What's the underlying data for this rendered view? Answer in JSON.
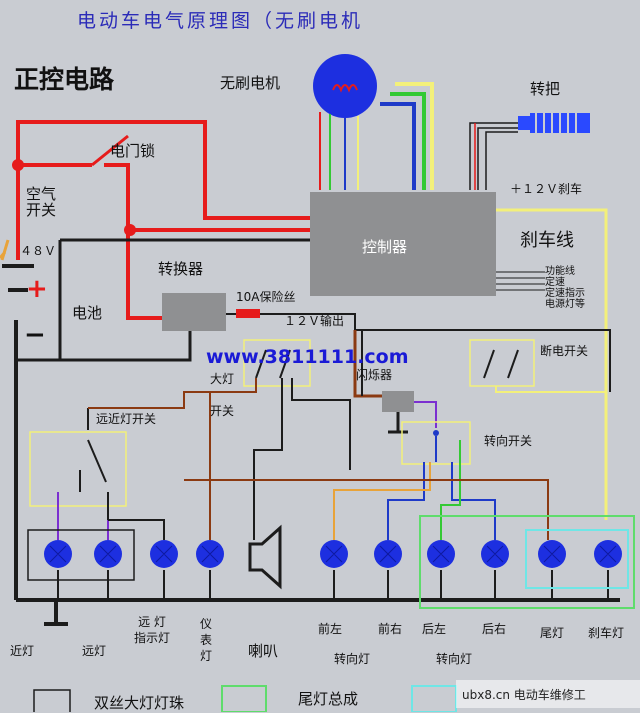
{
  "title": "电动车电气原理图（无刷电机",
  "section_title": "正控电路",
  "labels": {
    "motor": "无刷电机",
    "throttle": "转把",
    "brake_12v": "＋１２Ｖ刹车",
    "ignition_lock": "电门锁",
    "air_switch": "空气\n开关",
    "voltage": "４８Ｖ",
    "controller": "控制器",
    "brake_line": "刹车线",
    "converter": "转换器",
    "battery": "电池",
    "fuse": "10A保险丝",
    "output_12v": "１２Ｖ输出",
    "functions": "功能线\n定速\n定速指示\n电源灯等",
    "power_off_switch": "断电开关",
    "url": "www.3811111.com",
    "headlight": "大灯",
    "switch": "开关",
    "flasher": "闪烁器",
    "high_low_switch": "远近灯开关",
    "turn_switch": "转向开关",
    "near_light": "近灯",
    "far_light": "远灯",
    "far_indicator": "远 灯\n指示灯",
    "meter_light": "仪\n表\n灯",
    "horn": "喇叭",
    "front_left": "前左",
    "front_right": "前右",
    "rear_left": "后左",
    "rear_right": "后右",
    "turn_lights_front": "转向灯",
    "turn_lights_rear": "转向灯",
    "tail_light": "尾灯",
    "brake_light": "刹车灯"
  },
  "legend": {
    "dual_bulb": "双丝大灯灯珠",
    "tail_assembly": "尾灯总成"
  },
  "watermark": "ubx8.cn 电动车维修工",
  "colors": {
    "background": "#c9ccd2",
    "controller": "#8f9092",
    "lamp": "#1d2fe0",
    "red_wire": "#e61b1b",
    "dark_wire": "#1c1c1c",
    "yellow_wire": "#f3f07a",
    "brown_wire": "#8b3a12",
    "blue_wire": "#1e3ac8",
    "green_box": "#5fdc6c",
    "cyan_box": "#6fe6e6"
  }
}
